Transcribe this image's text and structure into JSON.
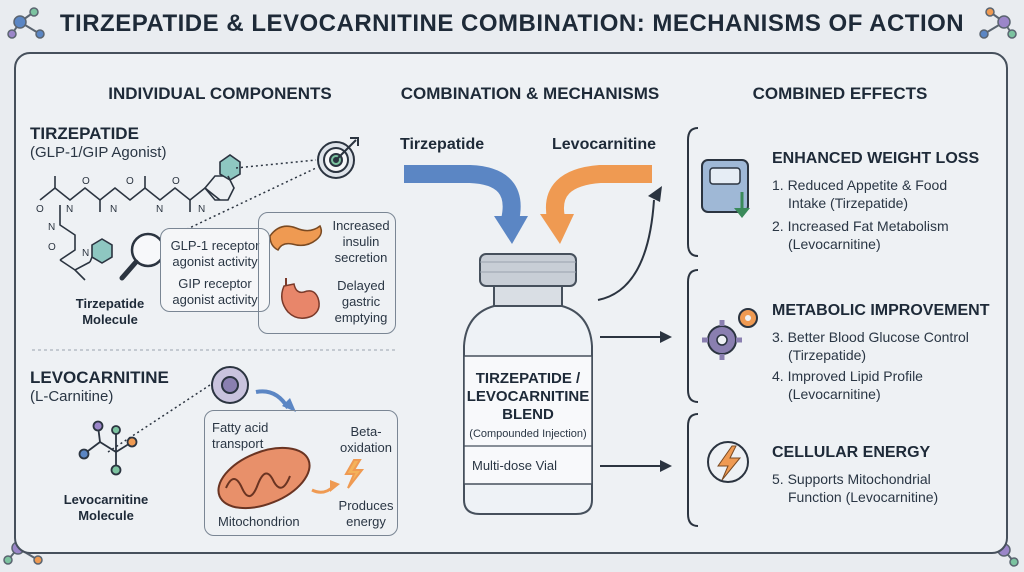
{
  "title": "TIRZEPATIDE & LEVOCARNITINE COMBINATION: MECHANISMS OF ACTION",
  "columns": {
    "individual": "INDIVIDUAL COMPONENTS",
    "combination": "COMBINATION & MECHANISMS",
    "effects": "COMBINED EFFECTS"
  },
  "tirzepatide": {
    "name": "TIRZEPATIDE",
    "subtitle": "(GLP-1/GIP Agonist)",
    "molecule_label": "Tirzepatide\nMolecule",
    "glp1_activity": "GLP-1 receptor agonist activity",
    "gip_activity": "GIP receptor agonist activity",
    "insulin": "Increased insulin secretion",
    "gastric": "Delayed gastric emptying"
  },
  "levocarnitine": {
    "name": "LEVOCARNITINE",
    "subtitle": "(L-Carnitine)",
    "molecule_label": "Levocarnitine\nMolecule",
    "fatty_acid": "Fatty acid transport",
    "beta": "Beta-oxidation",
    "mitochondrion": "Mitochondrion",
    "energy": "Produces energy"
  },
  "arrows": {
    "left": "Tirzepatide",
    "right": "Levocarnitine"
  },
  "vial": {
    "line1": "TIRZEPATIDE /",
    "line2": "LEVOCARNITINE",
    "line3": "BLEND",
    "note": "(Compounded Injection)",
    "type": "Multi-dose Vial"
  },
  "effects": [
    {
      "heading": "ENHANCED WEIGHT LOSS",
      "items": [
        "1. Reduced Appetite & Food",
        "Intake (Tirzepatide)",
        "2. Increased Fat Metabolism",
        "(Levocarnitine)"
      ]
    },
    {
      "heading": "METABOLIC IMPROVEMENT",
      "items": [
        "3. Better Blood Glucose Control",
        "(Tirzepatide)",
        "4. Improved Lipid Profile",
        "(Levocarnitine)"
      ]
    },
    {
      "heading": "CELLULAR ENERGY",
      "items": [
        "5. Supports Mitochondrial",
        "Function (Levocarnitine)"
      ]
    }
  ],
  "colors": {
    "blue_arrow": "#5b86c4",
    "orange_arrow": "#ef9a52",
    "outline": "#46505c"
  }
}
